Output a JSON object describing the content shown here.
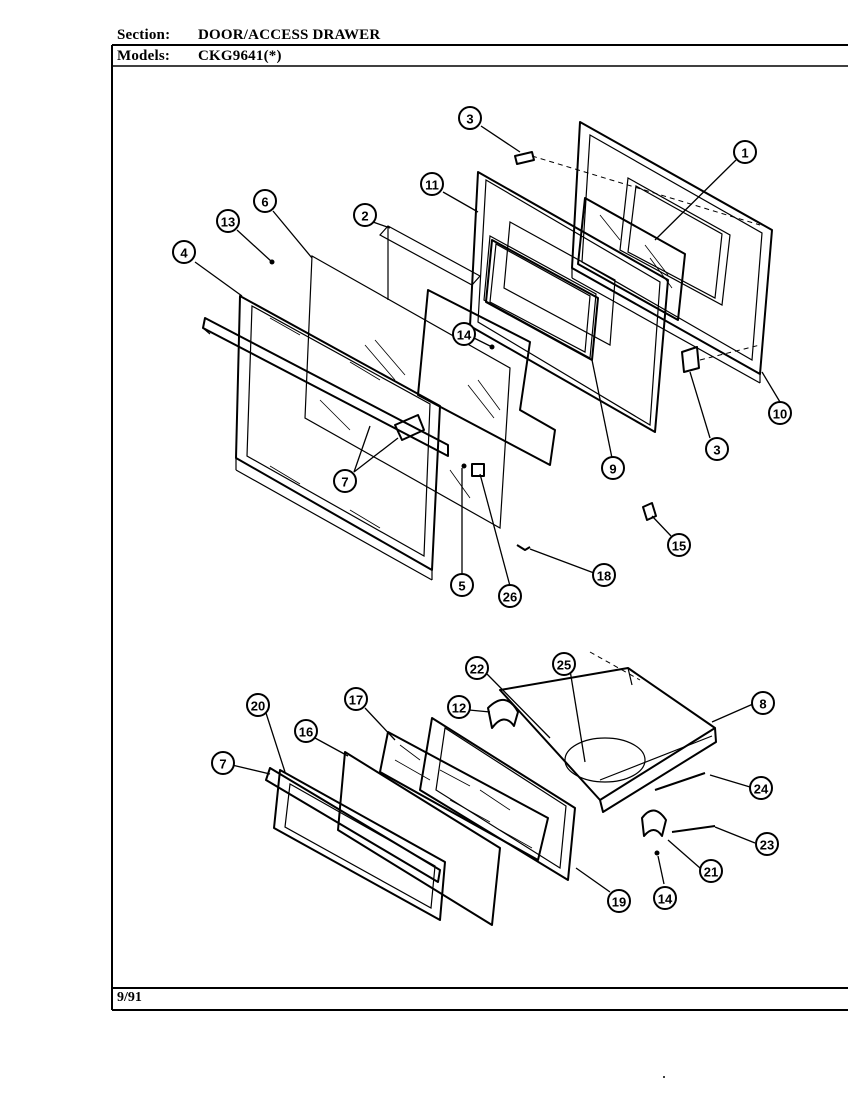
{
  "header": {
    "section_label": "Section:",
    "section_value": "DOOR/ACCESS DRAWER",
    "models_label": "Models:",
    "models_value": "CKG9641(*)"
  },
  "footer": {
    "date": "9/91"
  },
  "callouts": [
    "3",
    "1",
    "11",
    "6",
    "2",
    "13",
    "4",
    "14",
    "10",
    "3",
    "9",
    "7",
    "5",
    "26",
    "15",
    "18",
    "25",
    "22",
    "8",
    "17",
    "12",
    "20",
    "16",
    "7",
    "24",
    "23",
    "21",
    "19",
    "14"
  ]
}
